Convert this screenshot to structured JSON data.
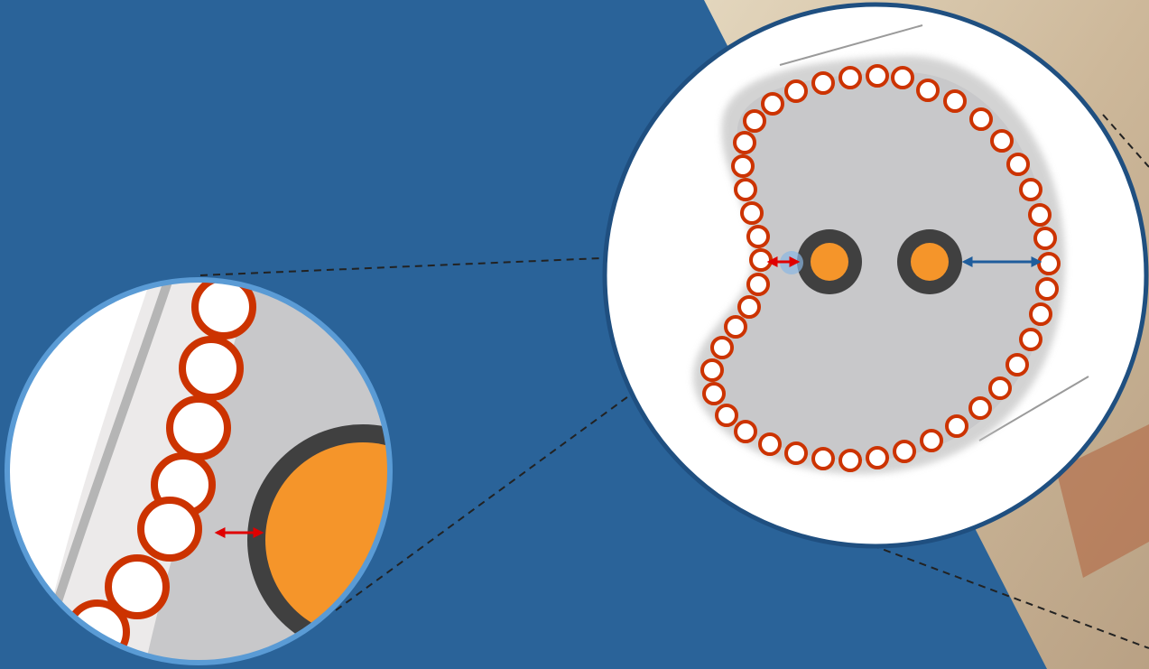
{
  "colors": {
    "background": "#2a6399",
    "photo_backdrop": "#d9c9ad",
    "lens_border_dark": "#1f4f80",
    "lens_border_light": "#5a9bd5",
    "lens_fill": "#ffffff",
    "organ_fill": "#c8c8ca",
    "organ_halo": "#e6e4e4",
    "bead_stroke": "#cc3300",
    "bead_fill": "#ffffff",
    "electrode_ring": "#404040",
    "electrode_core": "#f5952a",
    "close_gap_arrow": "#e00000",
    "far_gap_arrow": "#1f5d9c",
    "guide_line": "#222222"
  },
  "diagram": {
    "magnified_view": {
      "objects": [
        "organ-cross-section",
        "bead-chain",
        "electrode-left",
        "electrode-right"
      ],
      "arrows": [
        "close-gap-arrow",
        "far-gap-arrow"
      ]
    },
    "inset_view": {
      "objects": [
        "bead-chain-detail",
        "electrode-detail"
      ],
      "arrows": [
        "close-gap-arrow-detail"
      ]
    }
  }
}
